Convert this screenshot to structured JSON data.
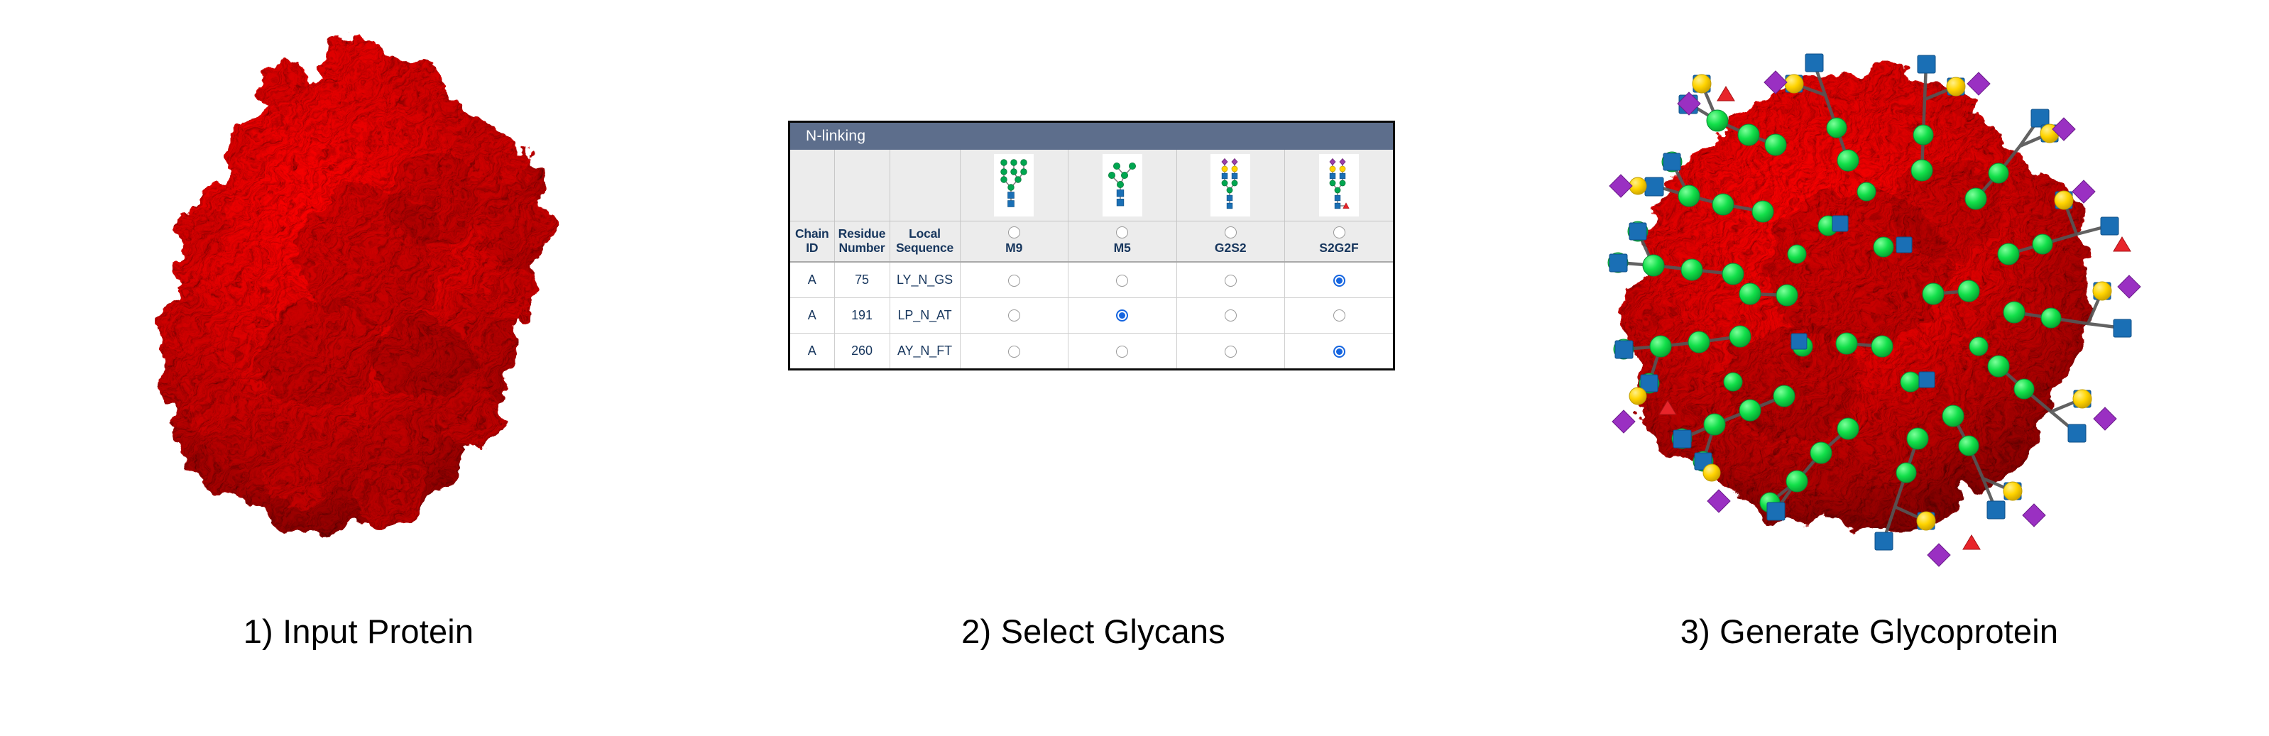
{
  "panels": [
    {
      "id": "input-protein",
      "caption": "1) Input Protein"
    },
    {
      "id": "select-glycans",
      "caption": "2) Select Glycans"
    },
    {
      "id": "generate-glycoprotein",
      "caption": "3) Generate Glycoprotein"
    }
  ],
  "glycan_table": {
    "title": "N-linking",
    "row_headers": [
      "Chain ID",
      "Residue Number",
      "Local Sequence"
    ],
    "row_headers_split": [
      {
        "line1": "Chain",
        "line2": "ID"
      },
      {
        "line1": "Residue",
        "line2": "Number"
      },
      {
        "line1": "Local",
        "line2": "Sequence"
      }
    ],
    "glycan_columns": [
      {
        "label": "M9",
        "header_selected": false
      },
      {
        "label": "M5",
        "header_selected": false
      },
      {
        "label": "G2S2",
        "header_selected": false
      },
      {
        "label": "S2G2F",
        "header_selected": false
      }
    ],
    "rows": [
      {
        "chain_id": "A",
        "residue_number": "75",
        "local_sequence": "LY_N_GS",
        "selections": [
          false,
          false,
          false,
          true
        ]
      },
      {
        "chain_id": "A",
        "residue_number": "191",
        "local_sequence": "LP_N_AT",
        "selections": [
          false,
          true,
          false,
          false
        ]
      },
      {
        "chain_id": "A",
        "residue_number": "260",
        "local_sequence": "AY_N_FT",
        "selections": [
          false,
          false,
          false,
          true
        ]
      }
    ]
  },
  "colors": {
    "titlebar": "#5d6e8c",
    "header_cell_bg": "#ececec",
    "header_text": "#17365d",
    "radio_selected": "#1565e0",
    "radio_unselected_border": "#9b9b9b",
    "table_border": "#0b0b0b",
    "protein_surface": "#d40000",
    "glycan_mannose_green": "#00a650",
    "glycan_glcnac_blue": "#1a6fb5",
    "glycan_galactose_yellow": "#ffd400",
    "glycan_sialic_purple": "#9a3fa8",
    "glycan_fucose_red": "#e8242a",
    "caption_text": "#000000",
    "background": "#ffffff"
  },
  "legend_semantics": {
    "green_circle": "mannose",
    "blue_square": "N-acetylglucosamine",
    "yellow_circle": "galactose",
    "purple_diamond": "sialic-acid",
    "red_triangle": "fucose"
  }
}
